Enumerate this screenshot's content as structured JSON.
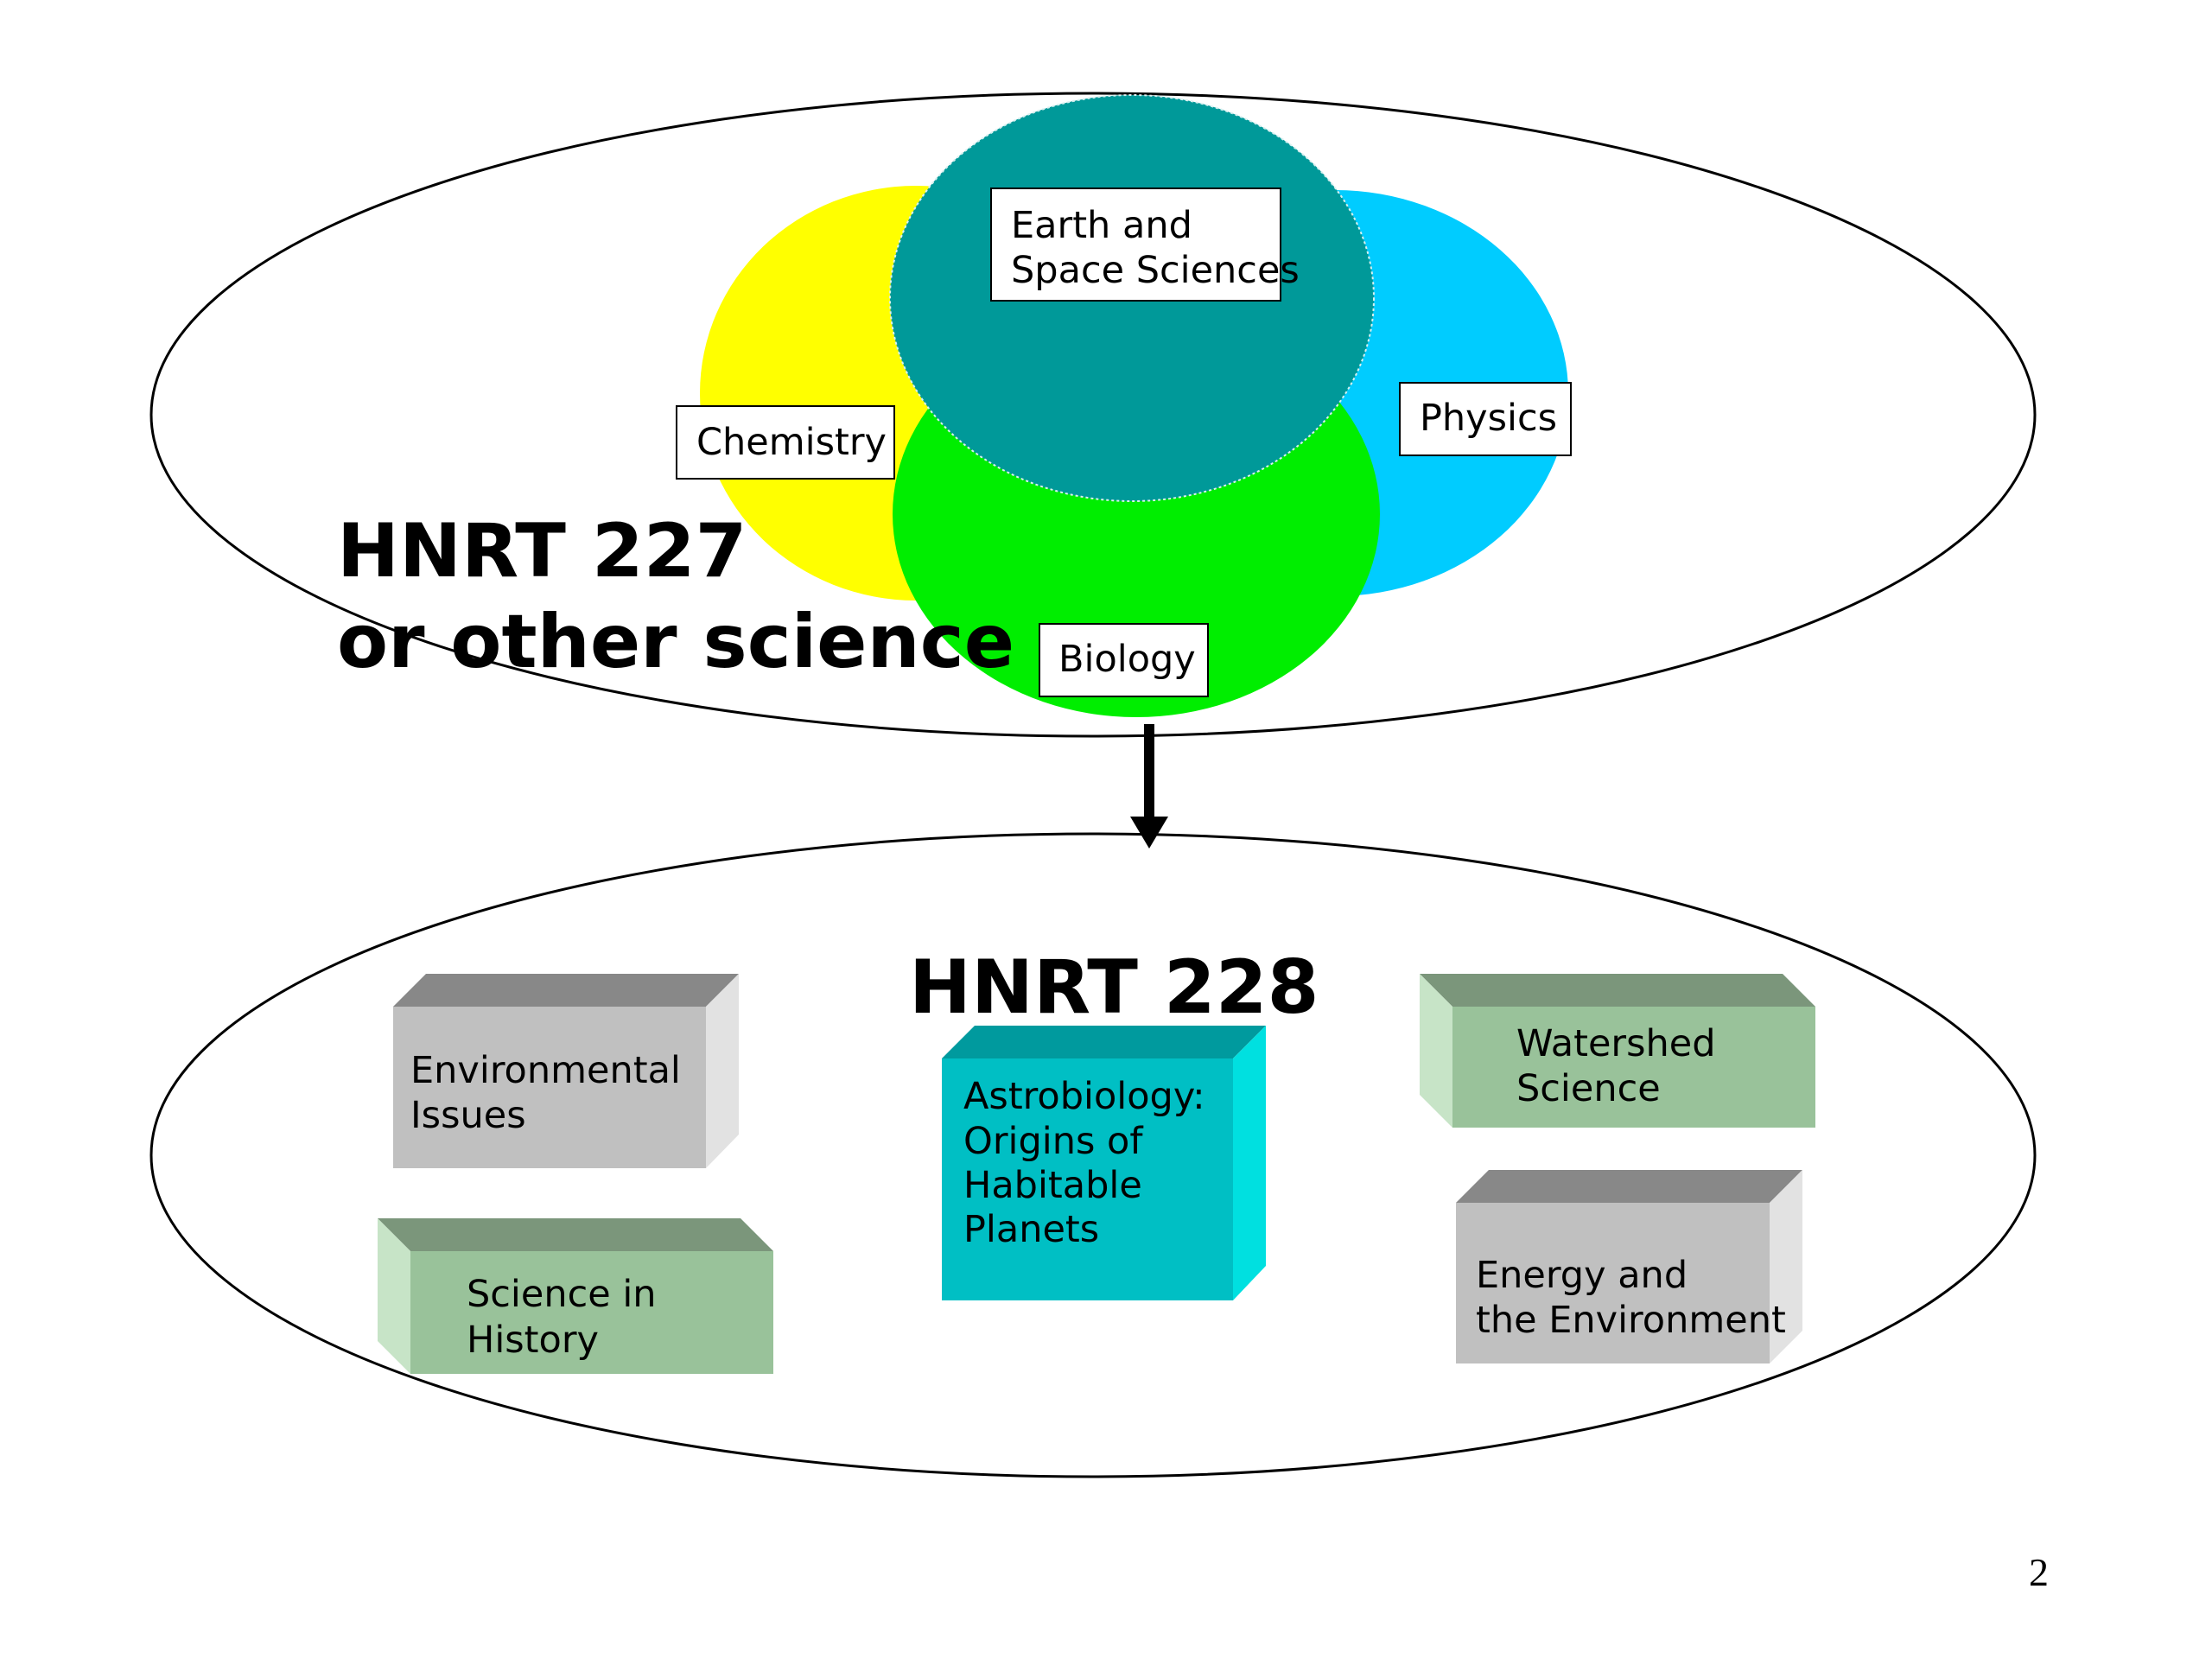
{
  "top_group": {
    "title_line1": "HNRT 227",
    "title_line2": "or other science",
    "disciplines": {
      "earth_space_line1": "Earth and",
      "earth_space_line2": "Space Sciences",
      "chemistry": "Chemistry",
      "physics": "Physics",
      "biology": "Biology"
    }
  },
  "bottom_group": {
    "title": "HNRT 228",
    "courses": {
      "environmental_line1": "Environmental",
      "environmental_line2": "Issues",
      "science_history_line1": "Science in",
      "science_history_line2": "History",
      "astrobiology_line1": "Astrobiology:",
      "astrobiology_line2": "Origins of",
      "astrobiology_line3": "Habitable",
      "astrobiology_line4": "Planets",
      "watershed_line1": "Watershed",
      "watershed_line2": "Science",
      "energy_line1": "Energy and",
      "energy_line2": "the Environment"
    }
  },
  "page_number": "2",
  "colors": {
    "chemistry": "#FFFF00",
    "physics": "#00CCFF",
    "biology": "#00EE00",
    "earth_space": "#009999",
    "gray_box": "#C0C0C0",
    "green_box": "#99C29A",
    "teal_box": "#00BFC4"
  }
}
